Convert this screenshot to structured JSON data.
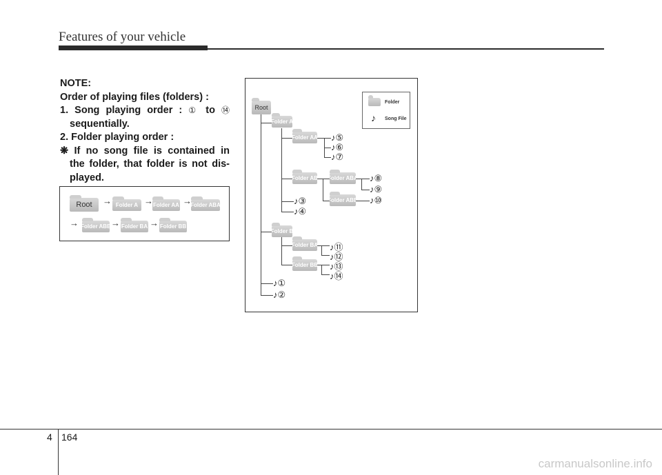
{
  "header": {
    "title": "Features of your vehicle"
  },
  "note": {
    "heading": "NOTE:",
    "line1": "Order of playing files (folders) :",
    "item1_a": "1. Song playing order :",
    "item1_from": "①",
    "item1_to_word": "to",
    "item1_to": "⑭",
    "item1_b": "sequentially.",
    "item2": "2. Folder playing order :",
    "item3_a": "❋ If no song file is contained in",
    "item3_b": "the folder, that folder is not dis-",
    "item3_c": "played."
  },
  "order_diagram": {
    "row1": [
      "Root",
      "Folder A",
      "Folder AA",
      "Folder ABA"
    ],
    "row2": [
      "Folder ABB",
      "Folder BA",
      "Folder BB"
    ],
    "arrow": "→"
  },
  "tree": {
    "root": "Root",
    "folders": {
      "a": "Folder A",
      "aa": "Folder AA",
      "ab": "Folder AB",
      "aba": "Folder ABA",
      "abb": "Folder ABB",
      "b": "Folder B",
      "ba": "Folder BA",
      "bb": "Folder BB"
    },
    "note_glyph": "♪",
    "songs": [
      "①",
      "②",
      "③",
      "④",
      "⑤",
      "⑥",
      "⑦",
      "⑧",
      "⑨",
      "⑩",
      "⑪",
      "⑫",
      "⑬",
      "⑭"
    ]
  },
  "legend": {
    "folder": "Folder",
    "song": "Song File"
  },
  "footer": {
    "section": "4",
    "page": "164",
    "watermark": "carmanualsonline.info"
  }
}
